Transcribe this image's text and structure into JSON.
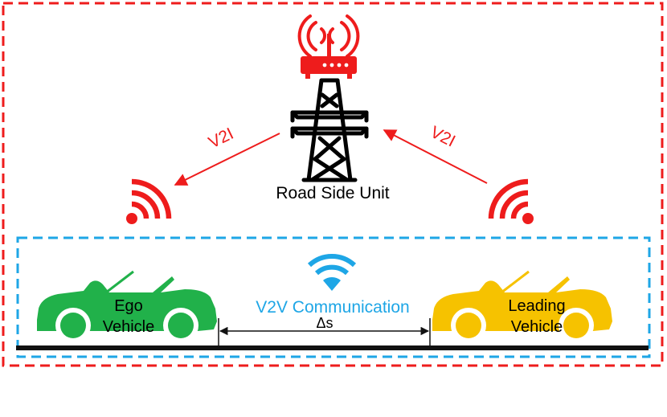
{
  "labels": {
    "v2i_left": "V2I",
    "v2i_right": "V2I",
    "road_side_unit": "Road Side Unit",
    "v2v": "V2V Communication",
    "delta_s": "Δs",
    "ego_line1": "Ego",
    "ego_line2": "Vehicle",
    "leading_line1": "Leading",
    "leading_line2": "Vehicle"
  },
  "colors": {
    "infrastructure": "#ee1c1c",
    "v2v": "#1ea6e6",
    "ego_car": "#21b14a",
    "leading_car": "#f6c200",
    "road": "#111111",
    "tower": "#000000"
  },
  "icons": {
    "rsu_device": "router-antenna-icon",
    "tower": "power-tower-icon",
    "v2v": "wifi-icon",
    "ego": "convertible-car-icon",
    "leading": "convertible-car-icon"
  }
}
